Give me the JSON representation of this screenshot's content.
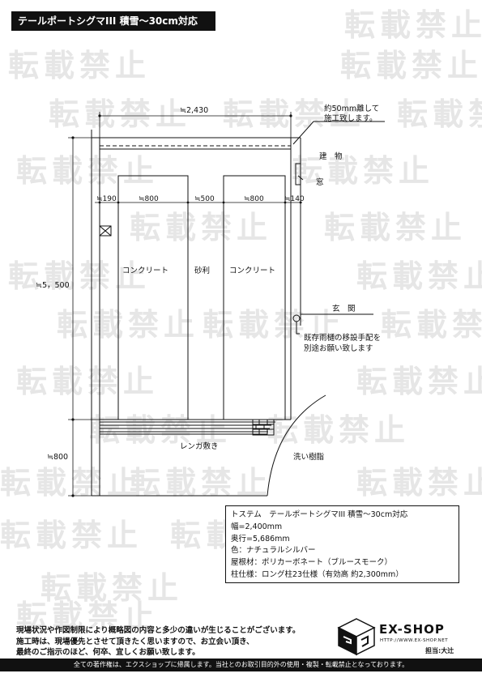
{
  "header": {
    "title": "テールポートシグマIII 積雪～30cm対応"
  },
  "watermark": {
    "text": "転載禁止"
  },
  "drawing": {
    "dim_total_width": "≒2,430",
    "dim_height_main": "≒5，500",
    "dim_height_brick": "≒800",
    "dim_segments": [
      "≒190",
      "≒800",
      "≒500",
      "≒800",
      "≒140"
    ],
    "note_gap": [
      "約50mm離して",
      "施工致します。"
    ],
    "label_building": "建　物",
    "label_window": "窓",
    "label_entrance": "玄　関",
    "note_gutter": [
      "既存雨樋の移設手配を",
      "別途お願い致します"
    ],
    "label_concrete_left": "コンクリート",
    "label_gravel": "砂利",
    "label_concrete_right": "コンクリート",
    "label_brick": "レンガ敷き",
    "label_washout": "洗い樹脂"
  },
  "spec": {
    "line1": "トステム　テールポートシグマIII 積雪～30cm対応",
    "line2": "幅=2,400mm",
    "line3": "奥行=5,686mm",
    "line4": "色：ナチュラルシルバー",
    "line5": "屋根材：ポリカーボネート（ブルースモーク）",
    "line6": "柱仕様：ロング柱23仕様（有効高 約2,300mm）"
  },
  "notes": {
    "line1": "現場状況や作図制限により概略図の内容と多少の違いが生じることがございます。",
    "line2": "施工時は、現場優先とさせて頂きたく思いますので、お立会い頂き、",
    "line3": "最終のご指示のほど、何卒、宜しくお願い致します。"
  },
  "logo": {
    "brand": "EX-SHOP",
    "url": "HTTP://WWW.EX-SHOP.NET",
    "person": "担当:大辻"
  },
  "footer": {
    "text": "全ての著作権は、エクスショップに帰属します。当社とのお取引目的外の使用・複製・転載禁止となっております。"
  }
}
